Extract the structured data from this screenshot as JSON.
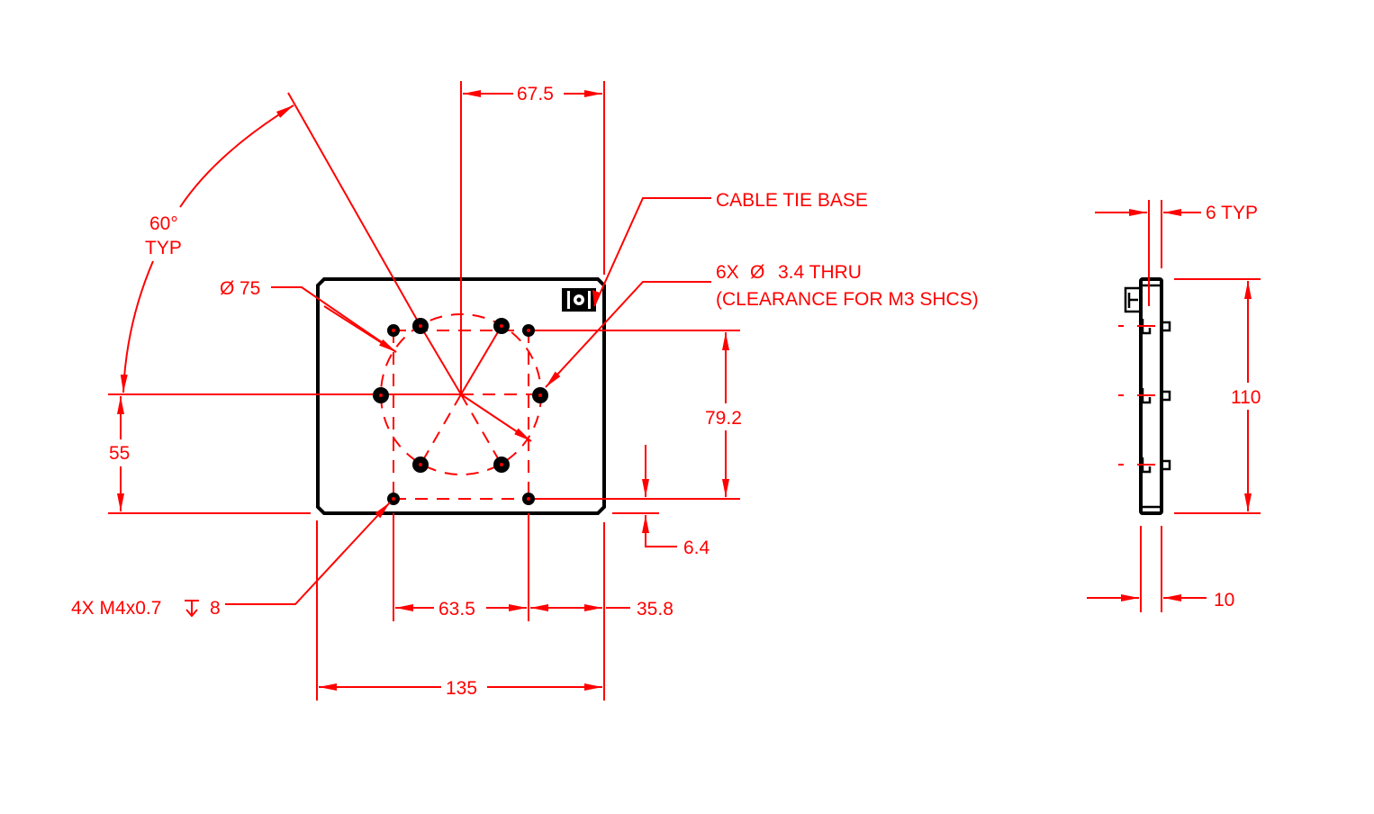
{
  "colors": {
    "dimension": "#ff0000",
    "part": "#000000",
    "background": "#ffffff"
  },
  "front_view": {
    "dimensions": {
      "angle": "60°",
      "angle_note": "TYP",
      "dia_pattern": "75",
      "top_offset": "67.5",
      "height_holes": "79.2",
      "left_height": "55",
      "bottom_offset": "6.4",
      "hole_spacing": "63.5",
      "right_offset": "35.8",
      "width": "135"
    },
    "callouts": {
      "cable_tie": "CABLE TIE BASE",
      "thru_holes_line1": "6X",
      "thru_holes_dia": "3.4 THRU",
      "thru_holes_line2": "(CLEARANCE FOR M3 SHCS)",
      "tapped_holes": "4X M4x0.7",
      "tapped_depth": "8"
    }
  },
  "side_view": {
    "dimensions": {
      "thickness_typ": "6 TYP",
      "height": "110",
      "thickness": "10"
    }
  }
}
